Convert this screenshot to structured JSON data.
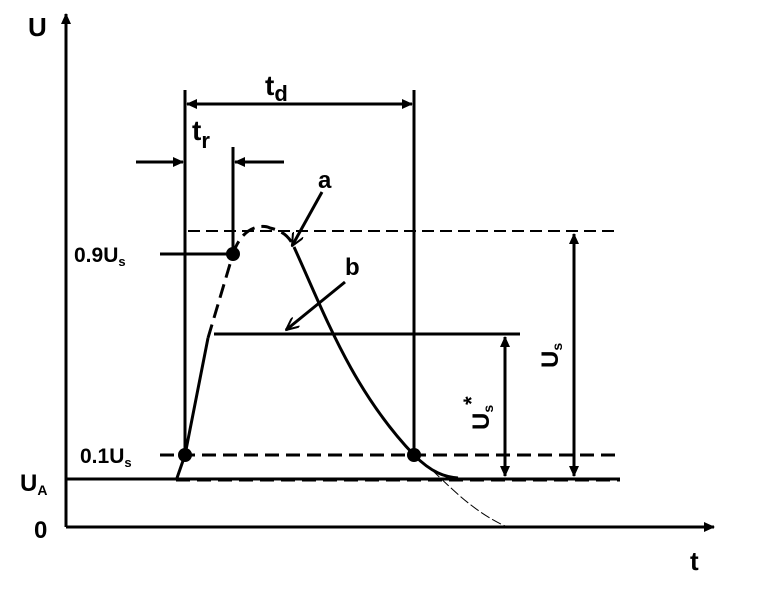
{
  "axes": {
    "y_label": "U",
    "x_label": "t",
    "origin_label": "0"
  },
  "levels": {
    "ua": {
      "main": "U",
      "sub": "A"
    },
    "low": {
      "main": "0.1U",
      "sub": "s"
    },
    "high": {
      "main": "0.9U",
      "sub": "s"
    }
  },
  "timing": {
    "td": {
      "main": "t",
      "sub": "d"
    },
    "tr": {
      "main": "t",
      "sub": "r"
    }
  },
  "curves": {
    "a": "a",
    "b": "b"
  },
  "amplitudes": {
    "us": {
      "main": "U",
      "sub": "s"
    },
    "us_star": {
      "main": "U",
      "sub": "s",
      "sup": "*"
    }
  }
}
